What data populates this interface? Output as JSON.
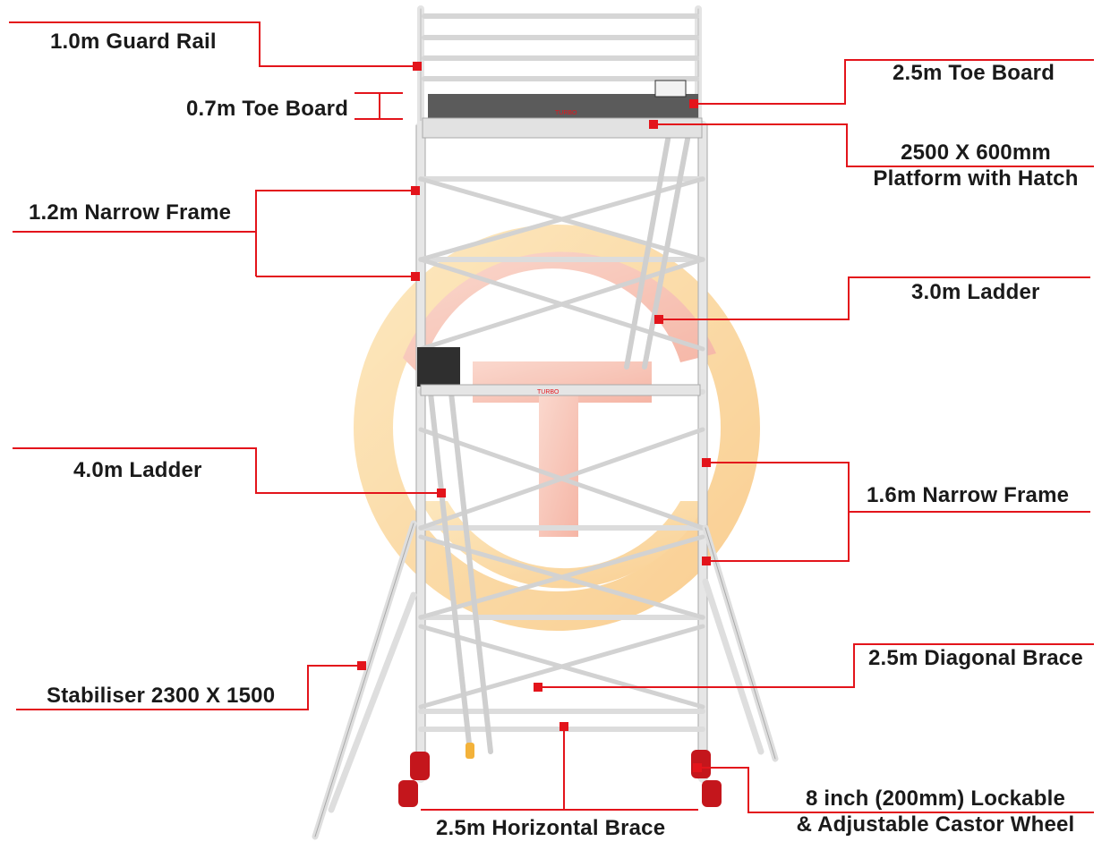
{
  "labels": {
    "guard_rail": "1.0m Guard Rail",
    "toe_board_short": "0.7m Toe Board",
    "toe_board_long": "2.5m Toe Board",
    "platform_line1": "2500 X 600mm",
    "platform_line2": "Platform with Hatch",
    "narrow_frame_12": "1.2m Narrow Frame",
    "ladder_30": "3.0m Ladder",
    "ladder_40": "4.0m Ladder",
    "narrow_frame_16": "1.6m Narrow Frame",
    "diagonal_brace": "2.5m Diagonal Brace",
    "stabiliser": "Stabiliser 2300 X 1500",
    "horizontal_brace": "2.5m Horizontal Brace",
    "castor_line1": "8 inch (200mm) Lockable",
    "castor_line2": "& Adjustable Castor Wheel"
  },
  "brand_text": "TURBO",
  "colors": {
    "callout": "#e3141b",
    "scaffold": "#e9e9e9",
    "scaffold_edge": "#b9b9b9",
    "platform": "#5a5a5a",
    "watermark_orange": "#f6b64a",
    "watermark_red": "#f08a6a",
    "wheel": "#c4161c",
    "text": "#1a1a1a"
  }
}
